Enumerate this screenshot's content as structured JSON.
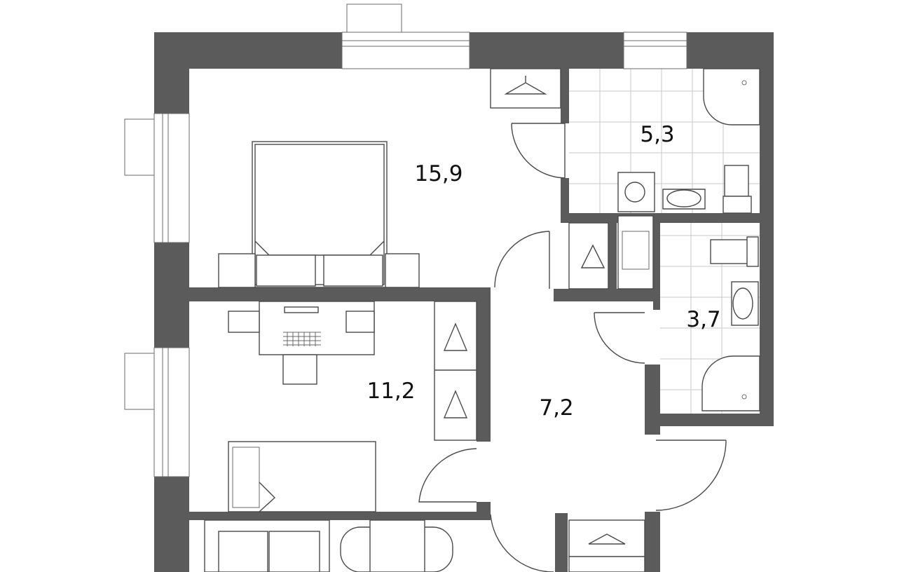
{
  "rooms": {
    "bedroom_1": {
      "area": "15,9"
    },
    "bathroom_1": {
      "area": "5,3"
    },
    "bathroom_2": {
      "area": "3,7"
    },
    "bedroom_2": {
      "area": "11,2"
    },
    "hallway": {
      "area": "7,2"
    }
  },
  "colors": {
    "wall": "#5b5b5b",
    "line": "#4a4a4a",
    "tile": "#c9c9c9",
    "background": "#ffffff"
  }
}
